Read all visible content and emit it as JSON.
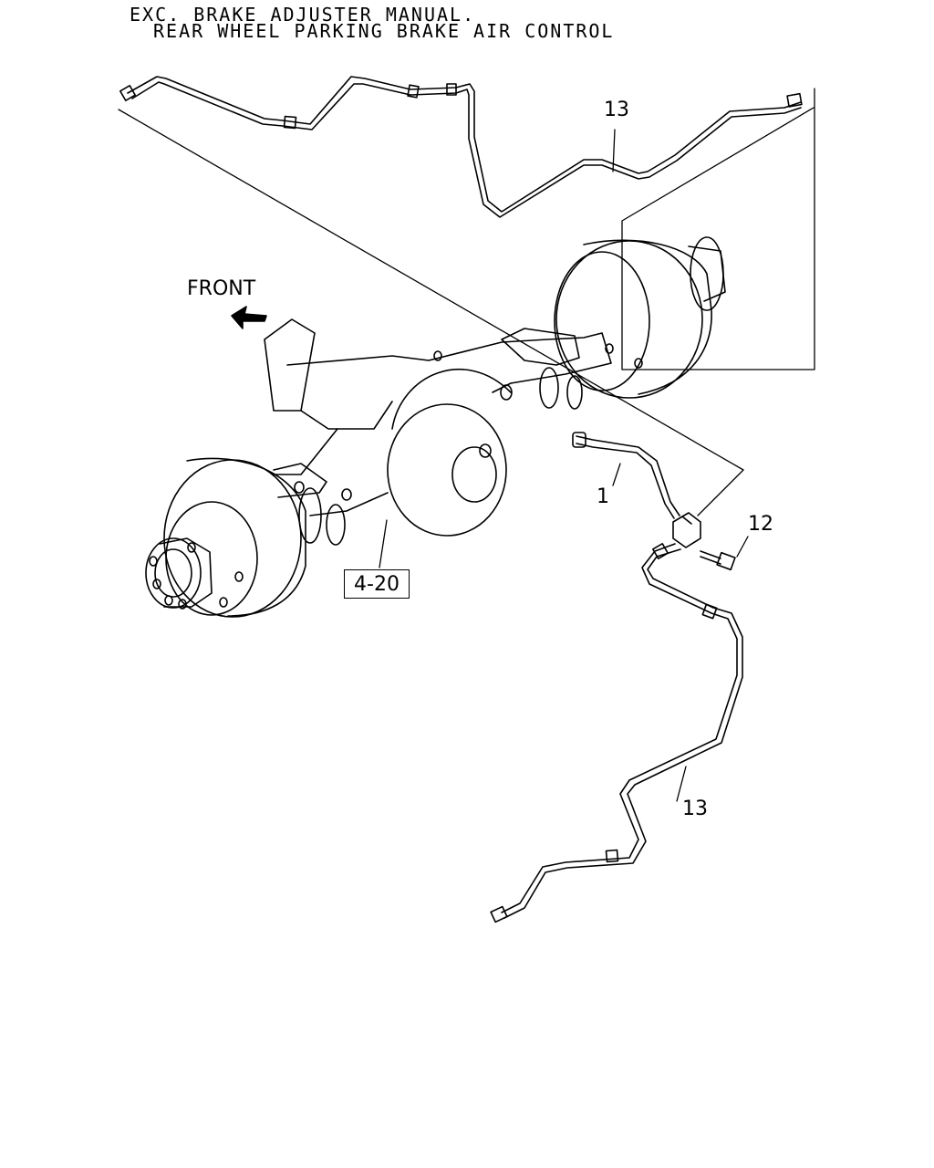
{
  "header": {
    "line1": "EXC. BRAKE ADJUSTER MANUAL.",
    "line2": "REAR WHEEL PARKING BRAKE AIR CONTROL"
  },
  "direction": {
    "front_label": "FRONT"
  },
  "callouts": {
    "pipe_upper": "13",
    "pipe_lower": "13",
    "hose": "1",
    "bolt": "12",
    "axle_ref": "4-20"
  },
  "colors": {
    "line": "#000000",
    "background": "#ffffff"
  }
}
